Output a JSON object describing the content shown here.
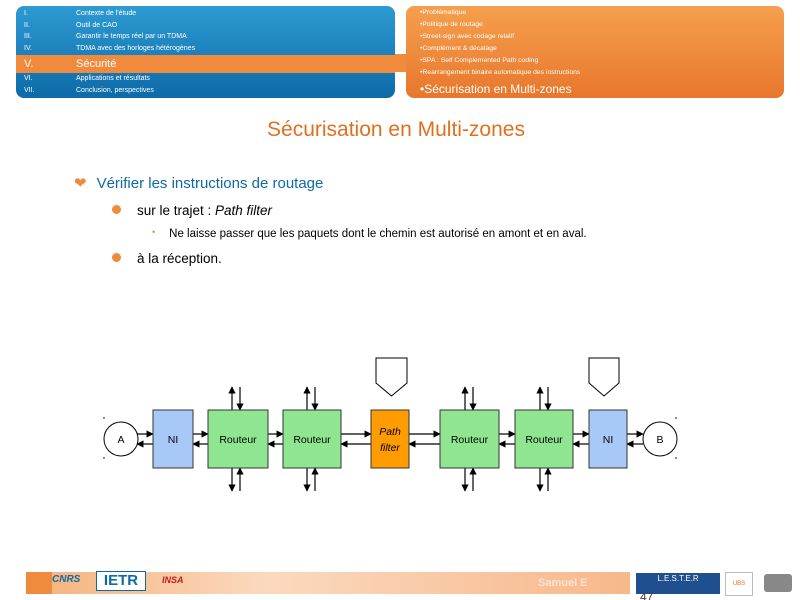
{
  "outline": {
    "items": [
      {
        "num": "I.",
        "label": "Contexte de l'étude"
      },
      {
        "num": "II.",
        "label": "Outil de CAO"
      },
      {
        "num": "III.",
        "label": "Garantir le temps réel par un TDMA"
      },
      {
        "num": "IV.",
        "label": "TDMA avec des horloges hétérogènes"
      },
      {
        "num": "V.",
        "label": "Sécurité",
        "active": true
      },
      {
        "num": "VI.",
        "label": "Applications et résultats"
      },
      {
        "num": "VII.",
        "label": "Conclusion, perspectives"
      }
    ]
  },
  "subsections": {
    "items": [
      "•Problématique",
      "•Politique de routage",
      "•Street-sign avec codage relatif",
      "•Complément & décalage",
      "•SPA : Self Complemented Path coding",
      "•Rearrangement binaire automatique des instructions"
    ],
    "current": "•Sécurisation en Multi-zones"
  },
  "slide": {
    "title": "Sécurisation en Multi-zones",
    "bullet1": "Vérifier les instructions de routage",
    "bullet1_mark": "❤",
    "sub1_prefix": "sur le trajet : ",
    "sub1_italic": "Path filter",
    "subsub1": "Ne laisse passer que les paquets dont le chemin est autorisé en amont et en aval.",
    "sub2": "à la réception."
  },
  "diagram": {
    "nodes": [
      "A",
      "NI",
      "Routeur",
      "Routeur",
      "Path",
      "filter",
      "Routeur",
      "Routeur",
      "NI",
      "B"
    ],
    "colors": {
      "ni": "#a8c8f8",
      "router": "#90e690",
      "filter": "#ff9c00",
      "border": "#333333"
    }
  },
  "footer": {
    "logo_cnrs": "CNRS",
    "logo_ietr": "IETR",
    "logo_insa": "INSA",
    "author": "Samuel E",
    "page": "47",
    "logo_lester": "L.E.S.T.E.R",
    "logo_ubs": "UBS"
  }
}
